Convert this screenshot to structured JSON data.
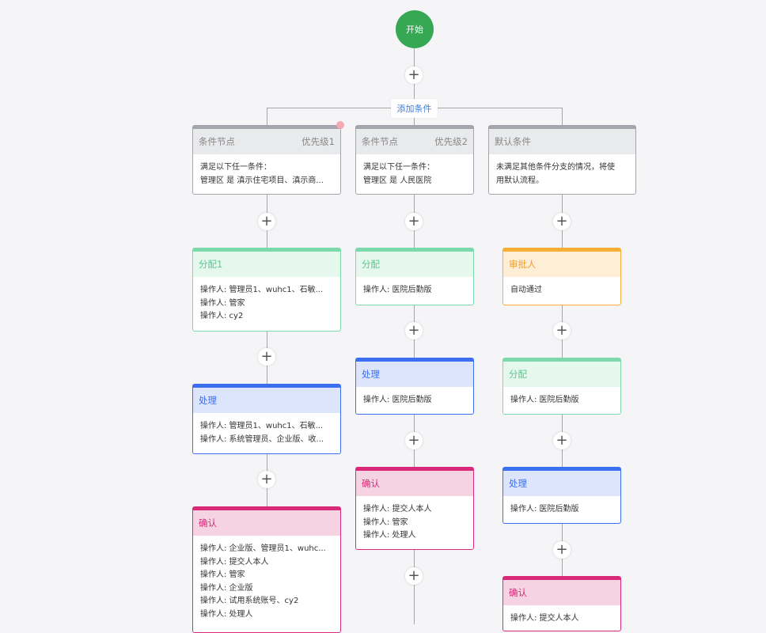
{
  "start": {
    "label": "开始"
  },
  "add_condition": {
    "label": "添加条件"
  },
  "add_icon": "plus-icon",
  "colors": {
    "condition": "#a3a6ad",
    "assign": "#7bd9ac",
    "handle": "#3c6ef0",
    "confirm": "#d92a7a",
    "approve": "#f7ae36",
    "start": "#36a853"
  },
  "branches": [
    {
      "condition": {
        "title": "条件节点",
        "priority": "优先级1",
        "lines": [
          "满足以下任一条件：",
          "管理区 是 滇示住宅项目、滇示商..."
        ]
      },
      "nodes": [
        {
          "type": "assign",
          "title": "分配1",
          "lines": [
            "操作人: 管理员1、wuhc1、石敏...",
            "操作人: 管家",
            "操作人: cy2"
          ]
        },
        {
          "type": "handle",
          "title": "处理",
          "lines": [
            "操作人: 管理员1、wuhc1、石敏...",
            "操作人: 系统管理员、企业版、收..."
          ]
        },
        {
          "type": "confirm",
          "title": "确认",
          "lines": [
            "操作人: 企业版、管理员1、wuhc...",
            "操作人: 提交人本人",
            "操作人: 管家",
            "操作人: 企业版",
            "操作人: 试用系统账号、cy2",
            "操作人: 处理人"
          ]
        }
      ]
    },
    {
      "condition": {
        "title": "条件节点",
        "priority": "优先级2",
        "lines": [
          "满足以下任一条件：",
          "管理区 是 人民医院"
        ]
      },
      "nodes": [
        {
          "type": "assign",
          "title": "分配",
          "lines": [
            "操作人: 医院后勤版"
          ]
        },
        {
          "type": "handle",
          "title": "处理",
          "lines": [
            "操作人: 医院后勤版"
          ]
        },
        {
          "type": "confirm",
          "title": "确认",
          "lines": [
            "操作人: 提交人本人",
            "操作人: 管家",
            "操作人: 处理人"
          ]
        }
      ]
    },
    {
      "condition": {
        "title": "默认条件",
        "priority": "",
        "lines": [
          "未满足其他条件分支的情况，将使",
          "用默认流程。"
        ]
      },
      "nodes": [
        {
          "type": "approve",
          "title": "审批人",
          "lines": [
            "自动通过"
          ]
        },
        {
          "type": "assign",
          "title": "分配",
          "lines": [
            "操作人: 医院后勤版"
          ]
        },
        {
          "type": "handle",
          "title": "处理",
          "lines": [
            "操作人: 医院后勤版"
          ]
        },
        {
          "type": "confirm",
          "title": "确认",
          "lines": [
            "操作人: 提交人本人"
          ]
        }
      ]
    }
  ]
}
